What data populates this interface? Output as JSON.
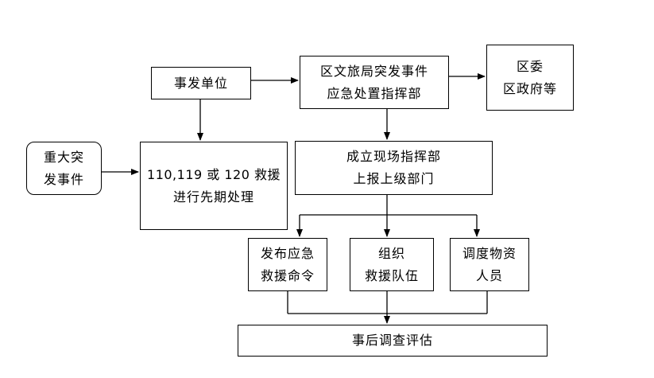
{
  "nodes": {
    "incident_unit": {
      "lines": [
        "事发单位"
      ]
    },
    "command_center": {
      "lines": [
        "区文旅局突发事件",
        "应急处置指挥部"
      ]
    },
    "district_gov": {
      "lines": [
        "区委",
        "区政府等"
      ]
    },
    "major_incident": {
      "lines": [
        "重大突",
        "发事件"
      ]
    },
    "rescue_110": {
      "lines": [
        "110,119 或 120 救援",
        "进行先期处理"
      ]
    },
    "onsite_command": {
      "lines": [
        "成立现场指挥部",
        "上报上级部门"
      ]
    },
    "issue_orders": {
      "lines": [
        "发布应急",
        "救援命令"
      ]
    },
    "organize_teams": {
      "lines": [
        "组织",
        "救援队伍"
      ]
    },
    "dispatch_resources": {
      "lines": [
        "调度物资",
        "人员"
      ]
    },
    "post_evaluation": {
      "lines": [
        "事后调查评估"
      ]
    }
  }
}
